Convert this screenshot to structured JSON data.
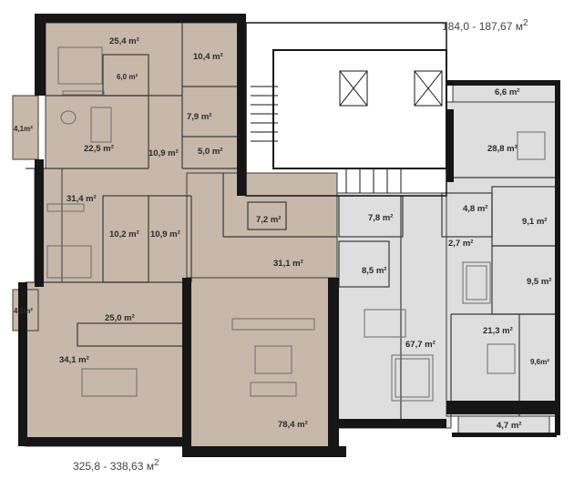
{
  "totals": {
    "right_apartment": "184,0 - 187,67 м",
    "right_apartment_sup": "2",
    "left_apartment": "325,8 - 338,63 м",
    "left_apartment_sup": "2"
  },
  "colors": {
    "left_apartment": "#c8b8aa",
    "right_apartment": "#dedede",
    "walls": "#161616",
    "core": "#ffffff"
  },
  "rooms": {
    "r25_4": "25,4 m²",
    "r6_0": "6,0 m²",
    "r10_4": "10,4 m²",
    "r7_9": "7,9 m²",
    "r4_1a": "4,1m²",
    "r22_5": "22,5 m²",
    "r10_9a": "10,9 m²",
    "r5_0": "5,0 m²",
    "r31_4": "31,4 m²",
    "r10_2": "10,2 m²",
    "r10_9b": "10,9 m²",
    "r7_2": "7,2 m²",
    "r31_1": "31,1 m²",
    "r4_1b": "4,1m²",
    "r25_0": "25,0 m²",
    "r34_1": "34,1 m²",
    "r78_4": "78,4 m²",
    "r6_6": "6,6 m²",
    "r28_8": "28,8 m²",
    "r7_8": "7,8 m²",
    "r4_8": "4,8 m²",
    "r9_1": "9,1 m²",
    "r2_7": "2,7 m²",
    "r8_5": "8,5 m²",
    "r9_5": "9,5 m²",
    "r67_7": "67,7 m²",
    "r21_3": "21,3 m²",
    "r9_6": "9,6m²",
    "r4_7": "4,7 m²"
  }
}
